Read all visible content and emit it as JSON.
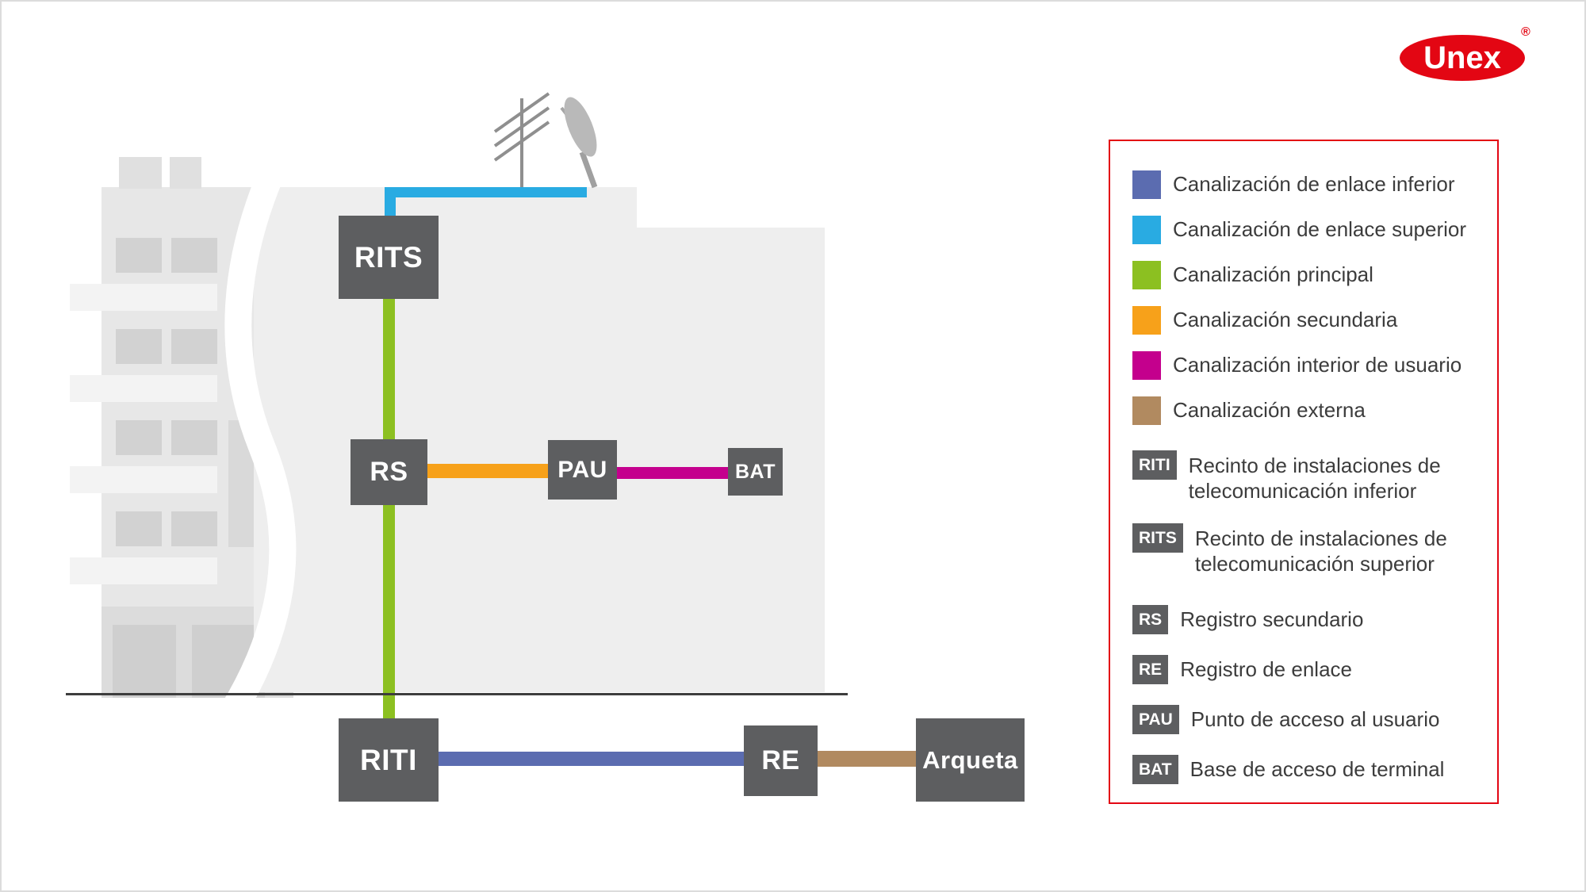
{
  "logo": {
    "text": "Unex",
    "registered": "®",
    "color": "#e30613"
  },
  "diagram": {
    "nodes": {
      "rits": "RITS",
      "rs": "RS",
      "pau": "PAU",
      "bat": "BAT",
      "riti": "RITI",
      "re": "RE",
      "arqueta": "Arqueta"
    },
    "colors": {
      "node_bg": "#5d5e60",
      "enlace_inferior": "#5b6cb0",
      "enlace_superior": "#29abe2",
      "principal": "#8cc021",
      "secundaria": "#f7a11a",
      "interior_usuario": "#c4008d",
      "externa": "#b18a60"
    }
  },
  "legend": {
    "colors": [
      {
        "label": "Canalización de enlace inferior",
        "color": "#5b6cb0"
      },
      {
        "label": "Canalización de enlace superior",
        "color": "#29abe2"
      },
      {
        "label": "Canalización principal",
        "color": "#8cc021"
      },
      {
        "label": "Canalización secundaria",
        "color": "#f7a11a"
      },
      {
        "label": "Canalización interior de usuario",
        "color": "#c4008d"
      },
      {
        "label": "Canalización externa",
        "color": "#b18a60"
      }
    ],
    "abbreviations": [
      {
        "code": "RITI",
        "label_line1": "Recinto de instalaciones de",
        "label_line2": "telecomunicación inferior"
      },
      {
        "code": "RITS",
        "label_line1": "Recinto de instalaciones de",
        "label_line2": "telecomunicación superior"
      },
      {
        "code": "RS",
        "label": "Registro secundario"
      },
      {
        "code": "RE",
        "label": "Registro de enlace"
      },
      {
        "code": "PAU",
        "label": "Punto de acceso al usuario"
      },
      {
        "code": "BAT",
        "label": "Base de acceso de terminal"
      }
    ]
  }
}
